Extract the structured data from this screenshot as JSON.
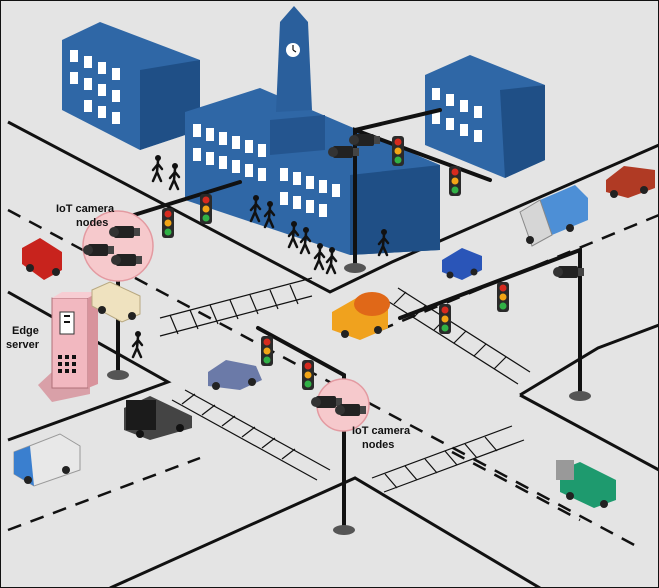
{
  "labels": {
    "iot_nodes_left_line1": "IoT camera",
    "iot_nodes_left_line2": "nodes",
    "edge_server_line1": "Edge",
    "edge_server_line2": "server",
    "iot_nodes_right_line1": "IoT camera",
    "iot_nodes_right_line2": "nodes"
  },
  "colors": {
    "ground": "#e3e3e3",
    "building_blue": "#2f67a6",
    "building_dark": "#1f4f86",
    "window": "#ffffff",
    "camera_highlight": "#f6c9cc",
    "edge_server_body": "#f2b8c0",
    "pole": "#111111",
    "light_red": "#d62a1e",
    "light_amber": "#f2a516",
    "light_green": "#31b146"
  },
  "icons": {
    "building": "building-icon",
    "camera": "camera-icon",
    "traffic_light": "traffic-light-icon",
    "edge_server": "edge-server-icon",
    "pedestrian": "pedestrian-icon",
    "truck": "truck-icon",
    "car": "car-icon"
  }
}
